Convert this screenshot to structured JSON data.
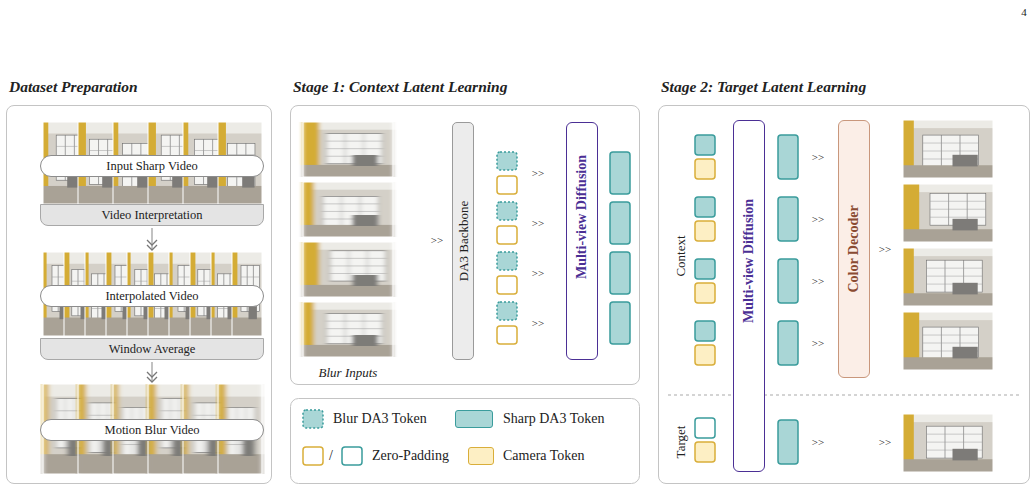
{
  "diagram": {
    "nodes": [
      {
        "text": [
          "Dataset Preparation"
        ]
      },
      {
        "text": [
          "Input Sharp Video"
        ],
        "in": 0
      },
      {
        "text": [
          "Video Interpretation"
        ],
        "in": 0
      },
      {
        "text": [
          "Interpolated Video"
        ],
        "in": 0
      },
      {
        "text": [
          "Window Average"
        ],
        "in": 0
      },
      {
        "text": [
          "Motion Blur Video"
        ],
        "in": 0
      },
      {
        "text": [
          "Stage 1: Context Latent Learning"
        ]
      },
      {
        "text": [
          "DA3 Backbone"
        ],
        "in": 6
      },
      {
        "text": [
          "Multi-view Diffusion"
        ],
        "in": 6
      },
      {
        "text": [
          "Stage 2: Target Latent Learning"
        ]
      },
      {
        "text": [
          "Multi-view Diffusion"
        ],
        "in": 9
      },
      {
        "text": [
          "Color Decoder"
        ],
        "in": 9
      }
    ],
    "edges": [
      {
        "from": 2,
        "to": 3,
        "arrow": "to"
      },
      {
        "from": 4,
        "to": 5,
        "arrow": "to"
      }
    ],
    "labels": [
      "4",
      "Blur Inputs",
      ">>",
      ">>",
      ">>",
      ">>",
      ">>",
      "/",
      "Context",
      "Target",
      ">>",
      ">>",
      ">>",
      ">>",
      ">>",
      ">>",
      ">>"
    ],
    "legend": [
      {
        "text": "Blur DA3 Token"
      },
      {
        "text": "Sharp DA3 Token",
        "color": "#a9d6d6"
      },
      {
        "text": "Zero-Padding"
      },
      {
        "text": "Camera Token",
        "color": "#fdefc4"
      }
    ]
  }
}
